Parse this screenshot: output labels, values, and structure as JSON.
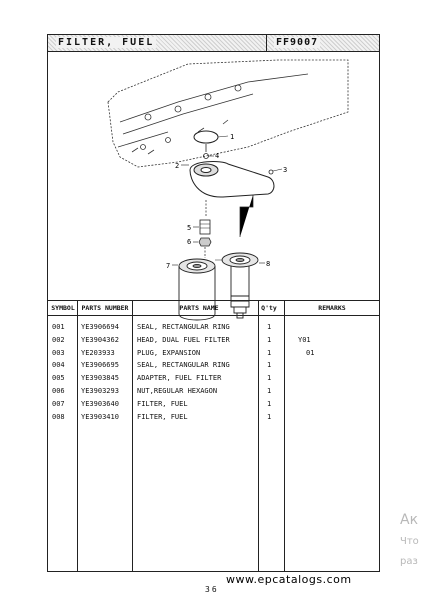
{
  "header": {
    "title": "FILTER, FUEL",
    "code": "FF9007"
  },
  "callouts": [
    "1",
    "2",
    "3",
    "4",
    "5",
    "6",
    "7",
    "8"
  ],
  "table": {
    "columns": [
      "SYMBOL",
      "PARTS NUMBER",
      "PARTS NAME",
      "Q'ty",
      "REMARKS"
    ],
    "rows": [
      [
        "001",
        "YE3906694",
        "SEAL, RECTANGULAR RING",
        "1",
        ""
      ],
      [
        "002",
        "YE3904362",
        "HEAD, DUAL FUEL FILTER",
        "1",
        "Y01"
      ],
      [
        "003",
        "YE203933",
        "PLUG, EXPANSION",
        "1",
        "01"
      ],
      [
        "004",
        "YE3906695",
        "SEAL, RECTANGULAR RING",
        "1",
        ""
      ],
      [
        "005",
        "YE3903845",
        "ADAPTER, FUEL FILTER",
        "1",
        ""
      ],
      [
        "006",
        "YE3903293",
        "NUT,REGULAR HEXAGON",
        "1",
        ""
      ],
      [
        "007",
        "YE3903640",
        "FILTER, FUEL",
        "1",
        ""
      ],
      [
        "008",
        "YE3903410",
        "FILTER, FUEL",
        "1",
        ""
      ]
    ]
  },
  "page_number": "36",
  "watermark": "www.epcatalogs.com",
  "edge_text": [
    "Ак",
    "Что",
    "раз"
  ]
}
